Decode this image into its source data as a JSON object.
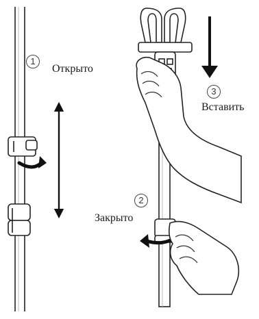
{
  "steps": [
    {
      "number": "1",
      "label": "Открыто"
    },
    {
      "number": "2",
      "label": "Закрыто"
    },
    {
      "number": "3",
      "label": "Вставить"
    }
  ]
}
